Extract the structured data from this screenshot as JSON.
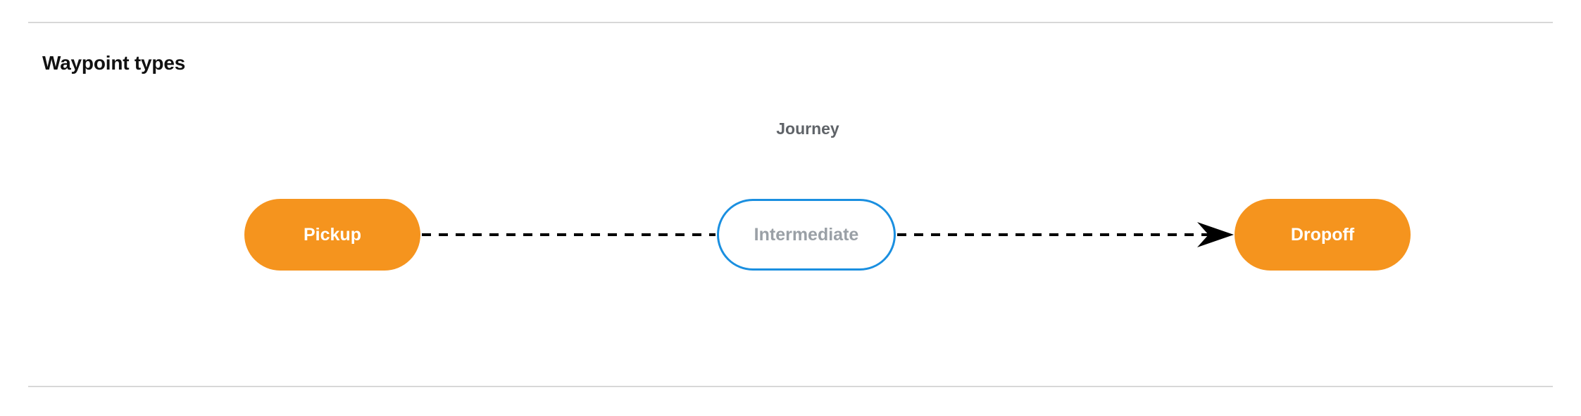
{
  "section": {
    "title": "Waypoint types"
  },
  "diagram": {
    "group_label": "Journey",
    "nodes": [
      {
        "id": "pickup",
        "label": "Pickup",
        "type": "terminal",
        "fill": "#F5941E",
        "text_color": "#FFFFFF"
      },
      {
        "id": "intermediate",
        "label": "Intermediate",
        "type": "intermediate",
        "fill": "#FFFFFF",
        "border_color": "#1A8FE0",
        "text_color": "#9AA0A6"
      },
      {
        "id": "dropoff",
        "label": "Dropoff",
        "type": "terminal",
        "fill": "#F5941E",
        "text_color": "#FFFFFF"
      }
    ],
    "edges": [
      {
        "from": "pickup",
        "to": "intermediate",
        "style": "dashed",
        "color": "#000000",
        "arrowhead": false
      },
      {
        "from": "intermediate",
        "to": "dropoff",
        "style": "dashed",
        "color": "#000000",
        "arrowhead": true
      }
    ]
  },
  "colors": {
    "rule": "#D8D8D8",
    "title": "#111111",
    "group_label": "#5F6368",
    "accent_orange": "#F5941E",
    "accent_blue": "#1A8FE0"
  }
}
